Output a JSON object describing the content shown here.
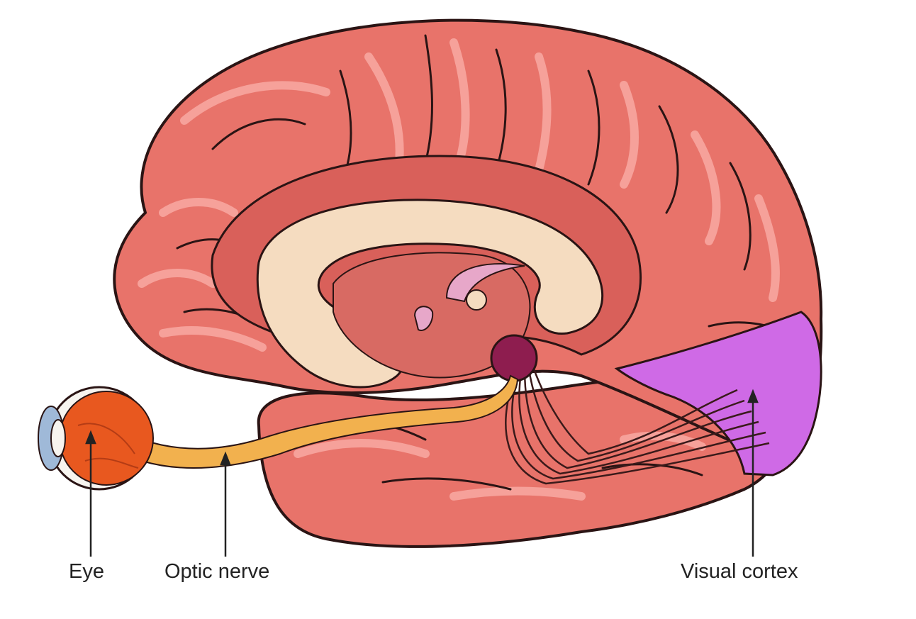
{
  "labels": {
    "eye": "Eye",
    "optic_nerve": "Optic nerve",
    "visual_cortex": "Visual cortex"
  },
  "colors": {
    "brain": "#e8736a",
    "brain_dark": "#c9524b",
    "brain_highlight": "#f6a19a",
    "outline": "#2a1414",
    "corpus_callosum": "#f5dcc0",
    "thalamus_region": "#d86a63",
    "lgn": "#8e1d4f",
    "fornix": "#e7a7c9",
    "optic_nerve": "#f2b14e",
    "visual_cortex": "#cf6ae6",
    "eye_iris": "#e8581f",
    "eye_sclera": "#f7f4ef",
    "eye_cornea": "#9fb9d8"
  }
}
